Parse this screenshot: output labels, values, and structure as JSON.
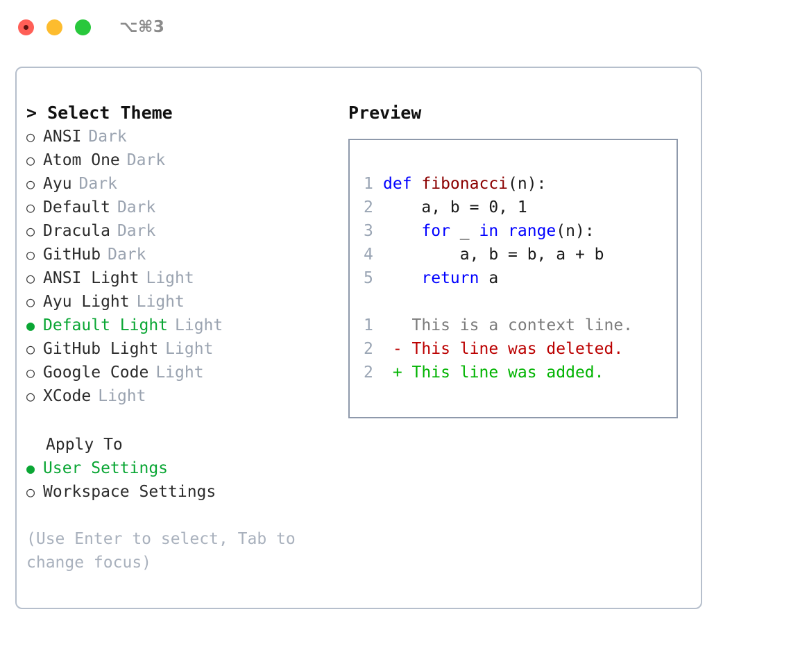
{
  "titlebar": {
    "shortcut": "⌥⌘3",
    "lights": [
      {
        "name": "close",
        "color": "#ff5f57"
      },
      {
        "name": "minimize",
        "color": "#fdbc2e"
      },
      {
        "name": "maximize",
        "color": "#28c83c"
      }
    ]
  },
  "theme_list": {
    "header": "> Select Theme",
    "items": [
      {
        "bullet": "○",
        "label": "ANSI",
        "tag": "Dark",
        "selected": false
      },
      {
        "bullet": "○",
        "label": "Atom One",
        "tag": "Dark",
        "selected": false
      },
      {
        "bullet": "○",
        "label": "Ayu",
        "tag": "Dark",
        "selected": false
      },
      {
        "bullet": "○",
        "label": "Default",
        "tag": "Dark",
        "selected": false
      },
      {
        "bullet": "○",
        "label": "Dracula",
        "tag": "Dark",
        "selected": false
      },
      {
        "bullet": "○",
        "label": "GitHub",
        "tag": "Dark",
        "selected": false
      },
      {
        "bullet": "○",
        "label": "ANSI Light",
        "tag": "Light",
        "selected": false
      },
      {
        "bullet": "○",
        "label": "Ayu Light",
        "tag": "Light",
        "selected": false
      },
      {
        "bullet": "●",
        "label": "Default Light",
        "tag": "Light",
        "selected": true
      },
      {
        "bullet": "○",
        "label": "GitHub Light",
        "tag": "Light",
        "selected": false
      },
      {
        "bullet": "○",
        "label": "Google Code",
        "tag": "Light",
        "selected": false
      },
      {
        "bullet": "○",
        "label": "XCode",
        "tag": "Light",
        "selected": false
      }
    ]
  },
  "apply_to": {
    "label": "Apply To",
    "items": [
      {
        "bullet": "●",
        "label": "User Settings",
        "selected": true
      },
      {
        "bullet": "○",
        "label": "Workspace Settings",
        "selected": false
      }
    ]
  },
  "hint": "(Use Enter to select, Tab to change focus)",
  "preview": {
    "header": "Preview",
    "code_lines": [
      {
        "number": "1",
        "tokens": [
          {
            "text": "def ",
            "type": "kw"
          },
          {
            "text": "fibonacci",
            "type": "fn"
          },
          {
            "text": "(n):",
            "type": "pl"
          }
        ]
      },
      {
        "number": "2",
        "tokens": [
          {
            "text": "    a, b = 0, 1",
            "type": "pl"
          }
        ]
      },
      {
        "number": "3",
        "tokens": [
          {
            "text": "    ",
            "type": "pl"
          },
          {
            "text": "for",
            "type": "kw"
          },
          {
            "text": " _ ",
            "type": "pl"
          },
          {
            "text": "in",
            "type": "kw"
          },
          {
            "text": " ",
            "type": "pl"
          },
          {
            "text": "range",
            "type": "bi"
          },
          {
            "text": "(n):",
            "type": "pl"
          }
        ]
      },
      {
        "number": "4",
        "tokens": [
          {
            "text": "        a, b = b, a + b",
            "type": "pl"
          }
        ]
      },
      {
        "number": "5",
        "tokens": [
          {
            "text": "    ",
            "type": "pl"
          },
          {
            "text": "return",
            "type": "kw"
          },
          {
            "text": " a",
            "type": "pl"
          }
        ]
      }
    ],
    "diff_lines": [
      {
        "number": "1",
        "text": "   This is a context line.",
        "type": "ctx"
      },
      {
        "number": "2",
        "text": " - This line was deleted.",
        "type": "del"
      },
      {
        "number": "2",
        "text": " + This line was added.",
        "type": "add"
      }
    ]
  },
  "colors": {
    "accent_green": "#0aa634",
    "panel_border": "#b6bfcc",
    "preview_border": "#8e99ab",
    "tag_gray": "#9aa3b0",
    "hint_gray": "#a9b1bd",
    "keyword_blue": "#0000ff",
    "function_red": "#8b0000",
    "diff_delete": "#bb0000",
    "diff_add": "#00b300",
    "line_number": "#9aa5b4"
  }
}
